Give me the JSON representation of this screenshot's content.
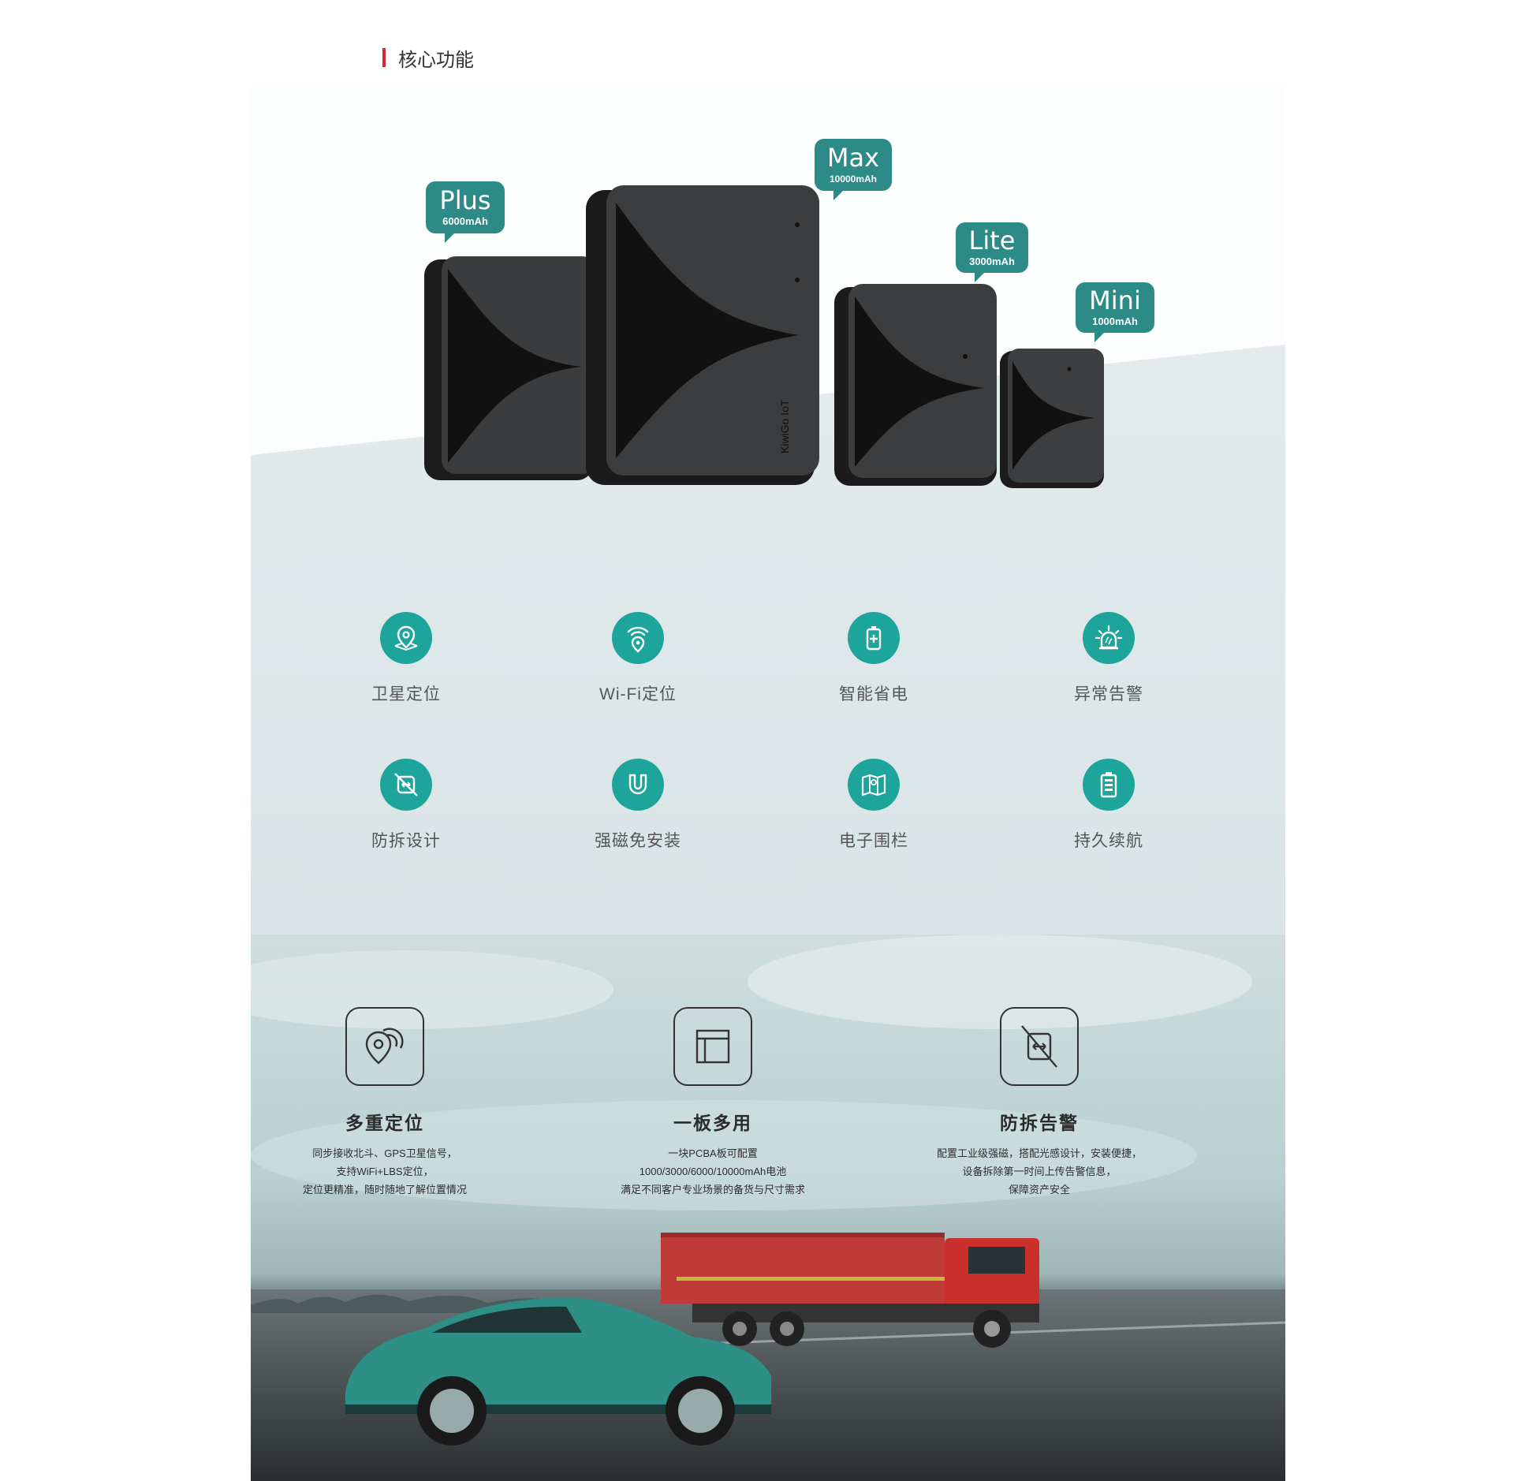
{
  "section": {
    "title": "核心功能"
  },
  "models": [
    {
      "name": "Plus",
      "capacity": "6000mAh"
    },
    {
      "name": "Max",
      "capacity": "10000mAh"
    },
    {
      "name": "Lite",
      "capacity": "3000mAh"
    },
    {
      "name": "Mini",
      "capacity": "1000mAh"
    }
  ],
  "device_brand": "KiwiGo IoT",
  "features": [
    {
      "label": "卫星定位",
      "icon": "satellite-location-icon"
    },
    {
      "label": "Wi-Fi定位",
      "icon": "wifi-location-icon"
    },
    {
      "label": "智能省电",
      "icon": "battery-saving-icon"
    },
    {
      "label": "异常告警",
      "icon": "alarm-light-icon"
    },
    {
      "label": "防拆设计",
      "icon": "anti-tamper-icon"
    },
    {
      "label": "强磁免安装",
      "icon": "magnet-icon"
    },
    {
      "label": "电子围栏",
      "icon": "geofence-map-icon"
    },
    {
      "label": "持久续航",
      "icon": "long-battery-icon"
    }
  ],
  "highlights": [
    {
      "title": "多重定位",
      "lines": [
        "同步接收北斗、GPS卫星信号，",
        "支持WiFi+LBS定位，",
        "定位更精准，随时随地了解位置情况"
      ],
      "icon": "multi-location-icon"
    },
    {
      "title": "一板多用",
      "lines": [
        "一块PCBA板可配置",
        "1000/3000/6000/10000mAh电池",
        "满足不同客户专业场景的备货与尺寸需求"
      ],
      "icon": "board-layout-icon"
    },
    {
      "title": "防拆告警",
      "lines": [
        "配置工业级强磁，搭配光感设计，安装便捷，",
        "设备拆除第一时间上传告警信息，",
        "保障资产安全"
      ],
      "icon": "tamper-alarm-icon"
    }
  ],
  "colors": {
    "accent": "#1ea59b",
    "bubble": "#2d8b87",
    "title_bar": "#d7282f"
  }
}
